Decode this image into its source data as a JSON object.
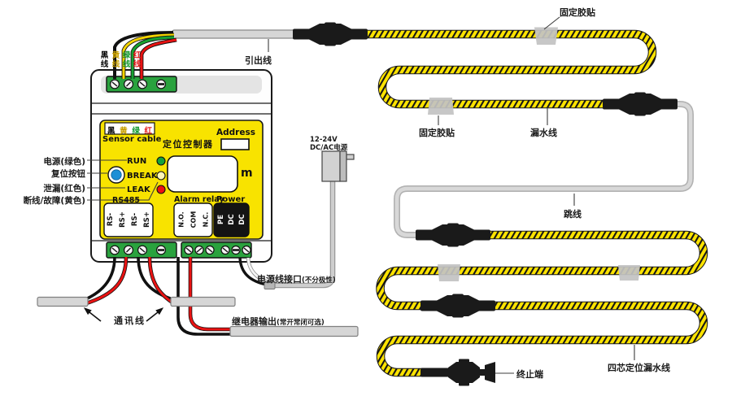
{
  "colors": {
    "cable_yellow": "#ffe400",
    "panel_yellow": "#f8e300",
    "terminal_green": "#2aa23e",
    "button_blue": "#1d8fd6",
    "led_green": "#14a23c",
    "led_yellow": "#fff6b8",
    "led_red": "#ee1111"
  },
  "cable_labels": {
    "lead_wire": "引出线",
    "fixing_tape_top": "固定胶贴",
    "fixing_tape_mid": "固定胶贴",
    "leak_cable": "漏水线",
    "jumper": "跳线",
    "four_core_cable": "四芯定位漏水线",
    "terminator": "终止端"
  },
  "bottom_labels": {
    "comm_line": "通讯线",
    "relay_output": "继电器输出",
    "relay_output_note": "(常开常闭可选)",
    "power_port": "电源线接口",
    "power_port_note": "(不分极性)"
  },
  "power_supply": {
    "line1": "12-24V",
    "line2": "DC/AC电源"
  },
  "left_labels": {
    "power_green": "电源(绿色)",
    "reset_button": "复位按钮",
    "leak_red": "泄漏(红色)",
    "break_yellow": "断线/故障(黄色)"
  },
  "wire_labels": [
    {
      "text": "黑线",
      "color": "#000000"
    },
    {
      "text": "黄线",
      "color": "#c9a000"
    },
    {
      "text": "绿线",
      "color": "#129a2e"
    },
    {
      "text": "红线",
      "color": "#e41414"
    }
  ],
  "controller": {
    "color_chars": [
      {
        "text": "黑",
        "color": "#000000"
      },
      {
        "text": "黄",
        "color": "#c9a000"
      },
      {
        "text": "绿",
        "color": "#129a2e"
      },
      {
        "text": "红",
        "color": "#e41414"
      }
    ],
    "sensor_cable_label": "Sensor cable",
    "title": "定位控制器",
    "address_label": "Address",
    "led_run": "RUN",
    "led_break": "BREAK",
    "led_leak": "LEAK",
    "display_unit": "m",
    "rs485_label": "RS485",
    "rs_terminals": [
      "RS-",
      "RS+",
      "RS-",
      "RS+"
    ],
    "alarm_relay_label": "Alarm relay",
    "alarm_terminals": [
      "N.O.",
      "COM",
      "N.C."
    ],
    "power_label": "Power",
    "power_terminals": [
      "PE",
      "DC",
      "DC"
    ]
  }
}
